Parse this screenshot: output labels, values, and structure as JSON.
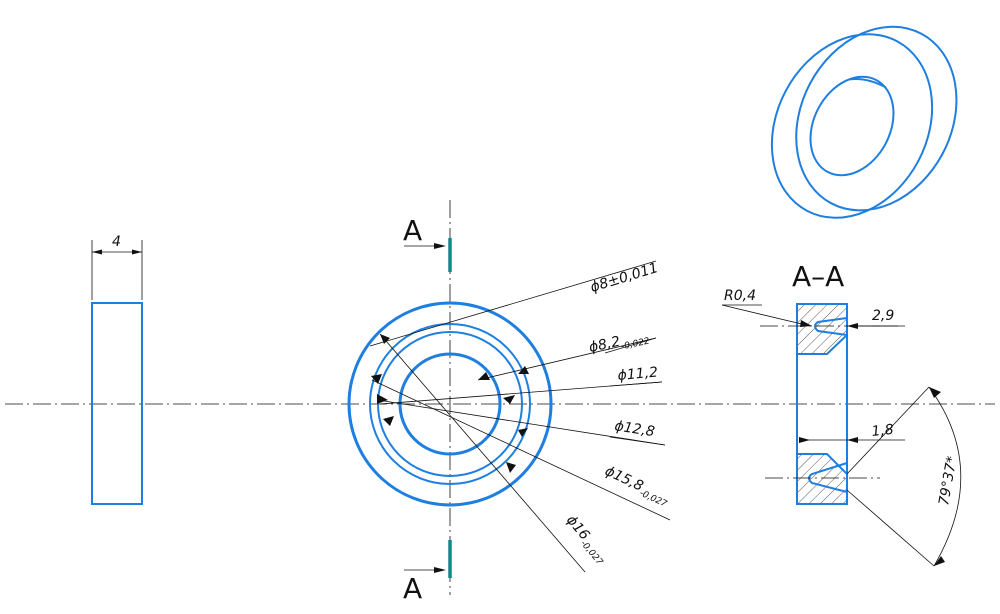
{
  "views": {
    "side": {
      "width_label": "4"
    },
    "front": {
      "diameters": [
        {
          "main": "ϕ8±0,011",
          "tol": ""
        },
        {
          "main": "ϕ8,2",
          "tol": "-0,022"
        },
        {
          "main": "ϕ11,2",
          "tol": ""
        },
        {
          "main": "ϕ12,8",
          "tol": ""
        },
        {
          "main": "ϕ15,8",
          "tol": "-0,027"
        },
        {
          "main": "ϕ16",
          "tol": "-0,027"
        }
      ]
    },
    "section": {
      "title": "A–A",
      "radius_label": "R0,4",
      "top_dim": "2,9",
      "mid_dim": "1,8",
      "angle_label": "79°37*"
    },
    "cut_marks": {
      "top": "A",
      "bottom": "A"
    }
  },
  "colors": {
    "object": "#1e7fe0",
    "cut_marker": "#0d8b8b",
    "lines": "#111111"
  }
}
